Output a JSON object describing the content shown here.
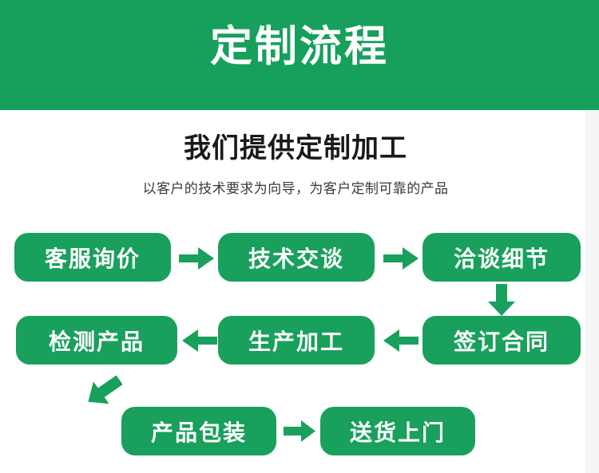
{
  "banner": {
    "title": "定制流程",
    "background_color": "#17a05c",
    "text_color": "#ffffff"
  },
  "section": {
    "title": "我们提供定制加工",
    "subtitle": "以客户的技术要求为向导，为客户定制可靠的产品"
  },
  "theme": {
    "box_color": "#18a05c",
    "arrow_color": "#18a05c",
    "box_text_color": "#ffffff",
    "page_background": "#ffffff",
    "gutter_color": "#f5f5f5"
  },
  "flow": {
    "steps": [
      {
        "id": "step-1",
        "label": "客服询价",
        "row": 1,
        "order": 1
      },
      {
        "id": "step-2",
        "label": "技术交谈",
        "row": 1,
        "order": 2
      },
      {
        "id": "step-3",
        "label": "洽谈细节",
        "row": 1,
        "order": 3
      },
      {
        "id": "step-4",
        "label": "签订合同",
        "row": 2,
        "order": 4
      },
      {
        "id": "step-5",
        "label": "生产加工",
        "row": 2,
        "order": 5
      },
      {
        "id": "step-6",
        "label": "检测产品",
        "row": 2,
        "order": 6
      },
      {
        "id": "step-7",
        "label": "产品包装",
        "row": 3,
        "order": 7
      },
      {
        "id": "step-8",
        "label": "送货上门",
        "row": 3,
        "order": 8
      }
    ],
    "connectors": [
      {
        "id": "connector-1",
        "direction": "right",
        "from": "客服询价",
        "to": "技术交谈"
      },
      {
        "id": "connector-2",
        "direction": "right",
        "from": "技术交谈",
        "to": "洽谈细节"
      },
      {
        "id": "connector-3",
        "direction": "down",
        "from": "洽谈细节",
        "to": "签订合同"
      },
      {
        "id": "connector-4",
        "direction": "left",
        "from": "签订合同",
        "to": "生产加工"
      },
      {
        "id": "connector-5",
        "direction": "left",
        "from": "生产加工",
        "to": "检测产品"
      },
      {
        "id": "connector-6",
        "direction": "down-right",
        "from": "检测产品",
        "to": "产品包装"
      },
      {
        "id": "connector-7",
        "direction": "right",
        "from": "产品包装",
        "to": "送货上门"
      }
    ]
  }
}
